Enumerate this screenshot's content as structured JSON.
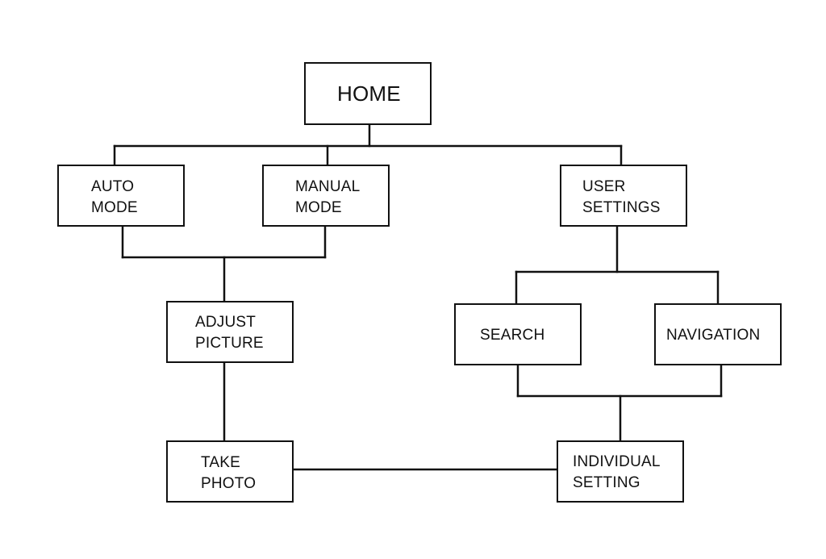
{
  "diagram": {
    "nodes": {
      "home": {
        "lines": [
          "HOME"
        ]
      },
      "auto_mode": {
        "lines": [
          "AUTO",
          "MODE"
        ]
      },
      "manual_mode": {
        "lines": [
          "MANUAL",
          "MODE"
        ]
      },
      "user_settings": {
        "lines": [
          "USER",
          "SETTINGS"
        ]
      },
      "adjust_picture": {
        "lines": [
          "ADJUST",
          "PICTURE"
        ]
      },
      "search": {
        "lines": [
          "SEARCH"
        ]
      },
      "navigation": {
        "lines": [
          "NAVIGATION"
        ]
      },
      "take_photo": {
        "lines": [
          "TAKE",
          "PHOTO"
        ]
      },
      "individual_setting": {
        "lines": [
          "INDIVIDUAL",
          "SETTING"
        ]
      }
    },
    "colors": {
      "stroke": "#111111",
      "background": "#ffffff",
      "text": "#111111"
    }
  }
}
